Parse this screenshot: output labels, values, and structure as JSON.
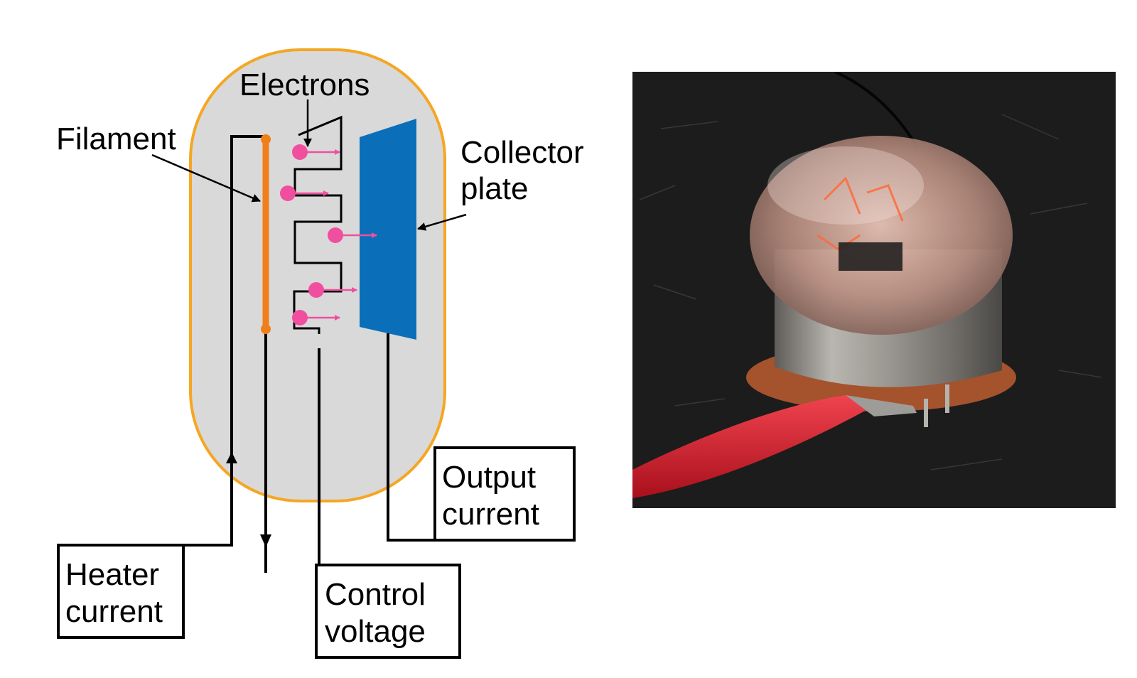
{
  "diagram": {
    "labels": {
      "electrons": "Electrons",
      "filament": "Filament",
      "collector_line1": "Collector",
      "collector_line2": "plate",
      "output_line1": "Output",
      "output_line2": "current",
      "heater_line1": "Heater",
      "heater_line2": "current",
      "control_line1": "Control",
      "control_line2": "voltage"
    },
    "colors": {
      "envelope_fill": "#d9d9d9",
      "envelope_stroke": "#f5a623",
      "filament": "#f07f1a",
      "electron": "#f04fa0",
      "collector_plate": "#0a6fb8",
      "wire": "#000000"
    }
  },
  "photo": {
    "subject": "vacuum-tube-photo",
    "colors": {
      "background": "#1c1c1c",
      "glass": "#c9a396",
      "metal": "#8d8b86",
      "clip": "#d11a2a"
    }
  }
}
